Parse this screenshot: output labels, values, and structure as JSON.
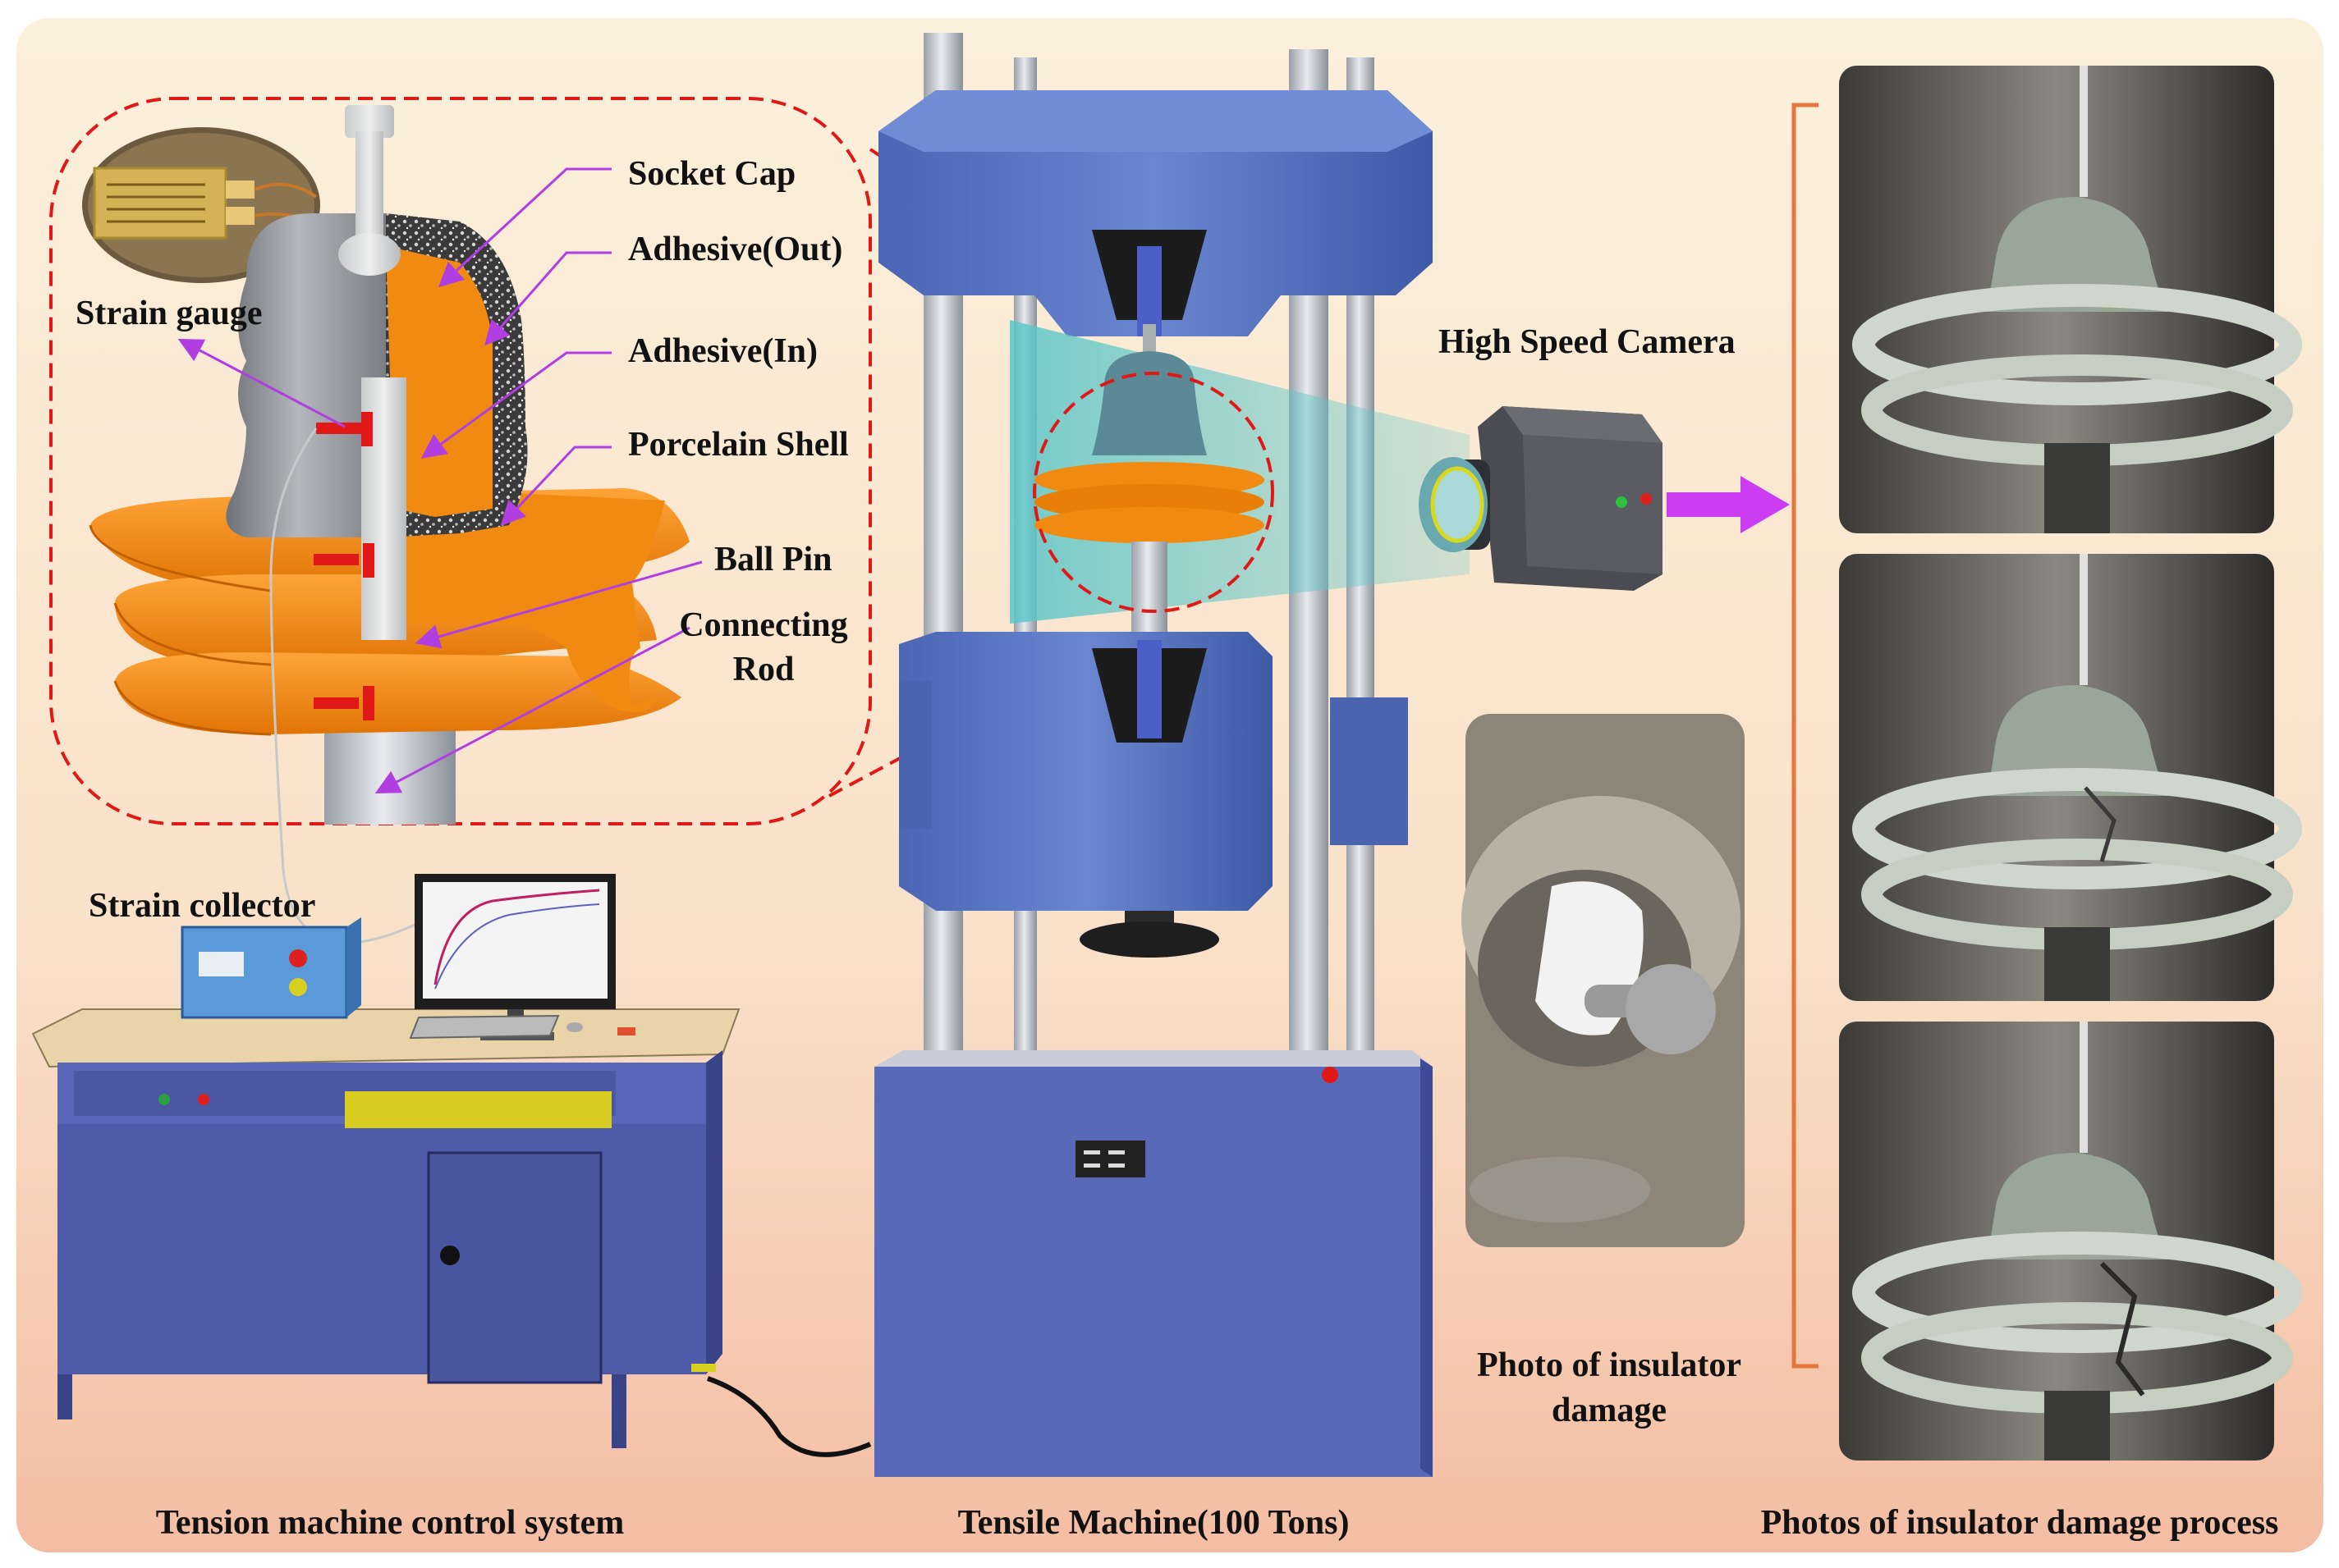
{
  "labels": {
    "socket_cap": "Socket Cap",
    "adhesive_out": "Adhesive(Out)",
    "adhesive_in": "Adhesive(In)",
    "porcelain_shell": "Porcelain Shell",
    "ball_pin": "Ball Pin",
    "connecting_rod_1": "Connecting",
    "connecting_rod_2": "Rod",
    "strain_gauge": "Strain gauge",
    "strain_collector": "Strain collector",
    "high_speed_camera": "High Speed Camera",
    "photo_damage_1": "Photo of insulator",
    "photo_damage_2": "damage"
  },
  "captions": {
    "control_system": "Tension machine control system",
    "tensile_machine": "Tensile Machine(100 Tons)",
    "damage_process": "Photos of insulator damage process"
  },
  "colors": {
    "bg_top": "#fbf0dc",
    "bg_bottom": "#f3bda3",
    "callout_dash": "#e01818",
    "leader": "#b03ee0",
    "porcelain": "#f08a10",
    "cap_metal": "#8e9298",
    "machine_blue": "#5a76c0",
    "cabinet": "#4f5aa8",
    "bracket": "#e5763c"
  }
}
